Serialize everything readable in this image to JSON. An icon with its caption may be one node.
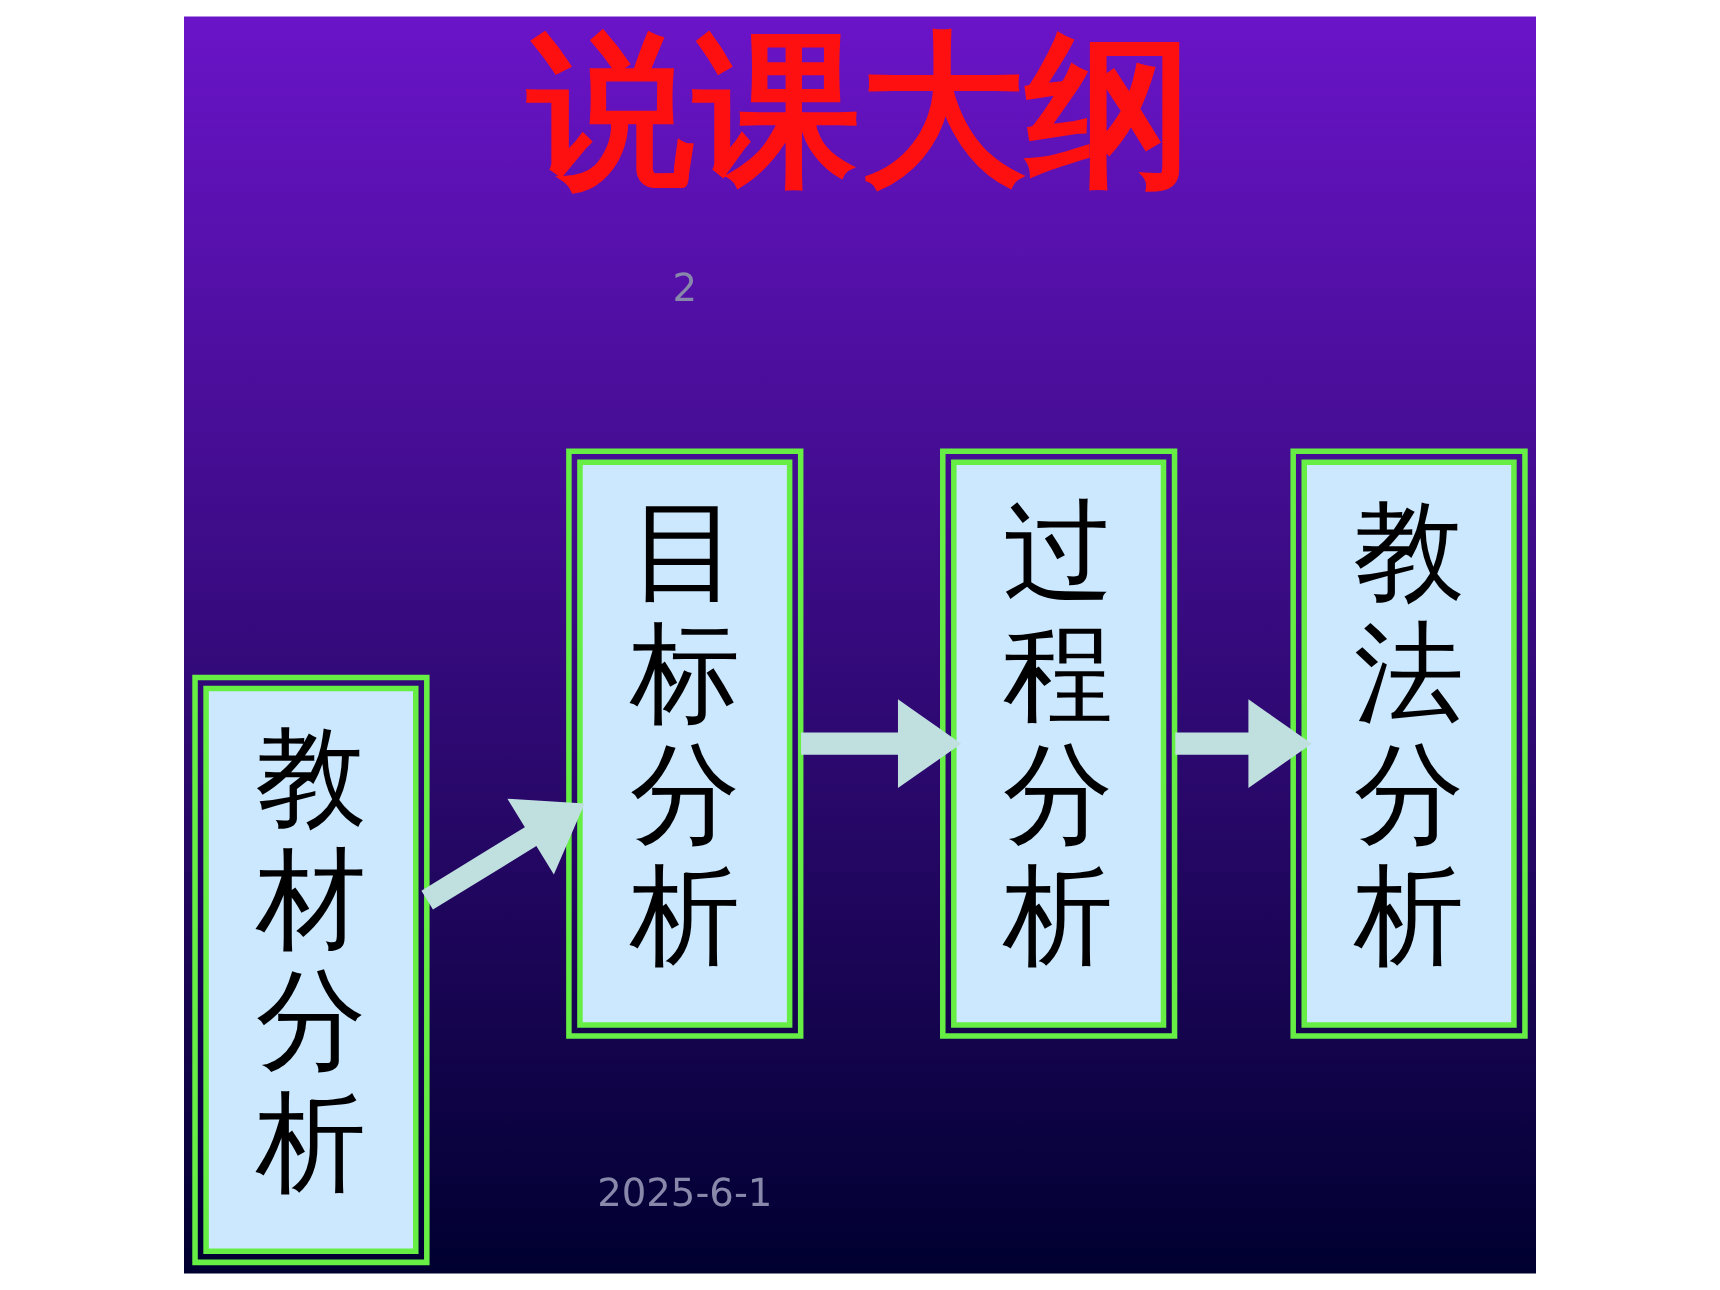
{
  "diagram": {
    "title": "说课大纲",
    "nodes": [
      {
        "text": [
          "教材分析"
        ]
      },
      {
        "text": [
          "目标分析"
        ]
      },
      {
        "text": [
          "过程分析"
        ]
      },
      {
        "text": [
          "教法分析"
        ]
      }
    ],
    "edges": [
      {
        "from": 0,
        "to": 1,
        "arrow": "to"
      },
      {
        "from": 1,
        "to": 2,
        "arrow": "to"
      },
      {
        "from": 2,
        "to": 3,
        "arrow": "to"
      }
    ],
    "labels": [
      "2025-6-1",
      "2"
    ]
  }
}
